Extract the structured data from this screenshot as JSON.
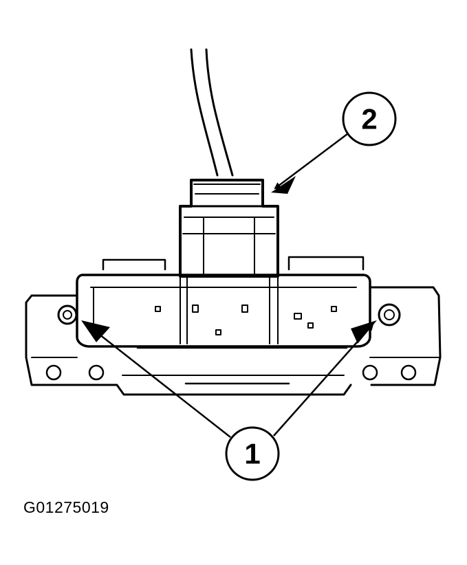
{
  "diagram": {
    "callouts": [
      {
        "id": "1",
        "label": "1"
      },
      {
        "id": "2",
        "label": "2"
      }
    ],
    "figure_id": "G01275019"
  }
}
